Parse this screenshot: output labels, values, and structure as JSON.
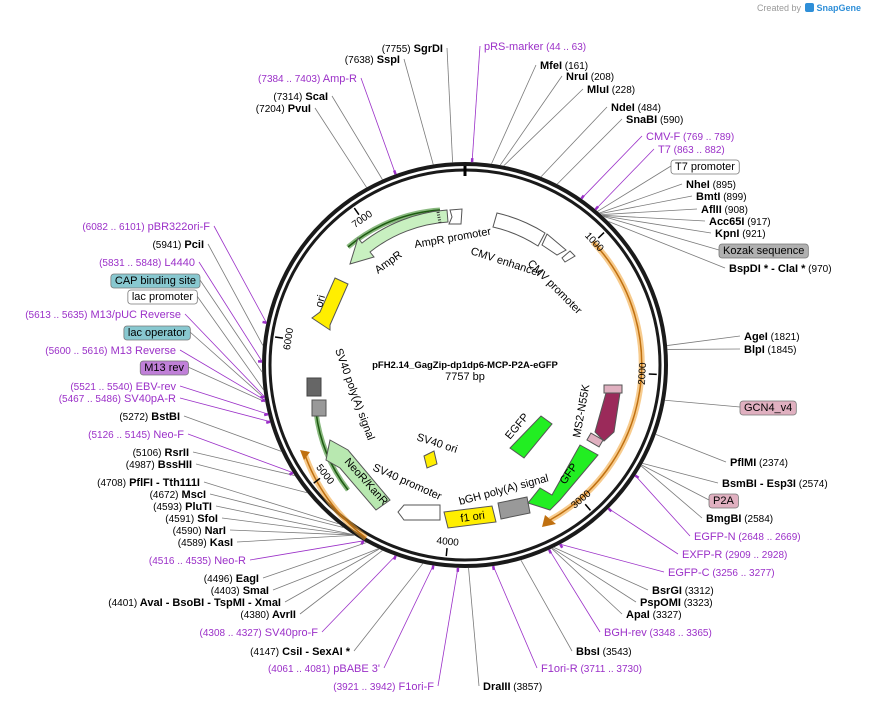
{
  "credit": {
    "prefix": "Created by",
    "brand": "SnapGene"
  },
  "plasmid": {
    "name": "pFH2.14_GagZip-dp1dp6-MCP-P2A-eGFP",
    "length": "7757 bp"
  },
  "ticks": [
    "1000",
    "2000",
    "3000",
    "4000",
    "5000",
    "6000",
    "7000"
  ],
  "labels": [
    {
      "id": "sgrdi",
      "pre": "(7755)",
      "name": "SgrDI",
      "post": "",
      "kind": "site"
    },
    {
      "id": "sspi",
      "pre": "(7638)",
      "name": "SspI",
      "post": "",
      "kind": "site"
    },
    {
      "id": "amp-r",
      "pre": "(7384 .. 7403)",
      "name": "Amp-R",
      "post": "",
      "kind": "primer"
    },
    {
      "id": "scai",
      "pre": "(7314)",
      "name": "ScaI",
      "post": "",
      "kind": "site"
    },
    {
      "id": "pvui",
      "pre": "(7204)",
      "name": "PvuI",
      "post": "",
      "kind": "site"
    },
    {
      "id": "prs-marker",
      "pre": "",
      "name": "pRS-marker",
      "post": "(44 .. 63)",
      "kind": "primer"
    },
    {
      "id": "mfei",
      "pre": "",
      "name": "MfeI",
      "post": "(161)",
      "kind": "site"
    },
    {
      "id": "nrui",
      "pre": "",
      "name": "NruI",
      "post": "(208)",
      "kind": "site"
    },
    {
      "id": "mlui",
      "pre": "",
      "name": "MluI",
      "post": "(228)",
      "kind": "site"
    },
    {
      "id": "ndei",
      "pre": "",
      "name": "NdeI",
      "post": "(484)",
      "kind": "site"
    },
    {
      "id": "snabi",
      "pre": "",
      "name": "SnaBI",
      "post": "(590)",
      "kind": "site"
    },
    {
      "id": "cmv-f",
      "pre": "",
      "name": "CMV-F",
      "post": "(769 .. 789)",
      "kind": "primer"
    },
    {
      "id": "t7",
      "pre": "",
      "name": "T7",
      "post": "(863 .. 882)",
      "kind": "primer"
    },
    {
      "id": "t7-promoter",
      "pre": "",
      "name": "T7 promoter",
      "post": "",
      "kind": "box-white"
    },
    {
      "id": "nhei",
      "pre": "",
      "name": "NheI",
      "post": "(895)",
      "kind": "site"
    },
    {
      "id": "bmti",
      "pre": "",
      "name": "BmtI",
      "post": "(899)",
      "kind": "site"
    },
    {
      "id": "aflii",
      "pre": "",
      "name": "AflII",
      "post": "(908)",
      "kind": "site"
    },
    {
      "id": "acc65i",
      "pre": "",
      "name": "Acc65I",
      "post": "(917)",
      "kind": "site"
    },
    {
      "id": "kpni",
      "pre": "",
      "name": "KpnI",
      "post": "(921)",
      "kind": "site"
    },
    {
      "id": "kozak",
      "pre": "",
      "name": "Kozak sequence",
      "post": "",
      "kind": "box-gray"
    },
    {
      "id": "bspdi",
      "pre": "",
      "name": "BspDI *  -  ClaI *",
      "post": "(970)",
      "kind": "site"
    },
    {
      "id": "agei",
      "pre": "",
      "name": "AgeI",
      "post": "(1821)",
      "kind": "site"
    },
    {
      "id": "blpi",
      "pre": "",
      "name": "BlpI",
      "post": "(1845)",
      "kind": "site"
    },
    {
      "id": "gcn4",
      "pre": "",
      "name": "GCN4_v4",
      "post": "",
      "kind": "box-pink"
    },
    {
      "id": "pflmi",
      "pre": "",
      "name": "PflMI",
      "post": "(2374)",
      "kind": "site"
    },
    {
      "id": "bsmbi",
      "pre": "",
      "name": "BsmBI  -  Esp3I",
      "post": "(2574)",
      "kind": "site"
    },
    {
      "id": "p2a",
      "pre": "",
      "name": "P2A",
      "post": "",
      "kind": "box-pink"
    },
    {
      "id": "bmgbi",
      "pre": "",
      "name": "BmgBI",
      "post": "(2584)",
      "kind": "site"
    },
    {
      "id": "egfp-n",
      "pre": "",
      "name": "EGFP-N",
      "post": "(2648 .. 2669)",
      "kind": "primer"
    },
    {
      "id": "exfp-r",
      "pre": "",
      "name": "EXFP-R",
      "post": "(2909 .. 2928)",
      "kind": "primer"
    },
    {
      "id": "egfp-c",
      "pre": "",
      "name": "EGFP-C",
      "post": "(3256 .. 3277)",
      "kind": "primer"
    },
    {
      "id": "bsrgi",
      "pre": "",
      "name": "BsrGI",
      "post": "(3312)",
      "kind": "site"
    },
    {
      "id": "pspomi",
      "pre": "",
      "name": "PspOMI",
      "post": "(3323)",
      "kind": "site"
    },
    {
      "id": "apai",
      "pre": "",
      "name": "ApaI",
      "post": "(3327)",
      "kind": "site"
    },
    {
      "id": "bgh-rev",
      "pre": "",
      "name": "BGH-rev",
      "post": "(3348 .. 3365)",
      "kind": "primer"
    },
    {
      "id": "bbsi",
      "pre": "",
      "name": "BbsI",
      "post": "(3543)",
      "kind": "site"
    },
    {
      "id": "f1ori-r",
      "pre": "",
      "name": "F1ori-R",
      "post": "(3711 .. 3730)",
      "kind": "primer"
    },
    {
      "id": "draiii",
      "pre": "",
      "name": "DraIII",
      "post": "(3857)",
      "kind": "site"
    },
    {
      "id": "f1ori-f",
      "pre": "(3921 .. 3942)",
      "name": "F1ori-F",
      "post": "",
      "kind": "primer"
    },
    {
      "id": "pbabe3",
      "pre": "(4061 .. 4081)",
      "name": "pBABE 3'",
      "post": "",
      "kind": "primer"
    },
    {
      "id": "csii",
      "pre": "(4147)",
      "name": "CsiI  -  SexAI *",
      "post": "",
      "kind": "site"
    },
    {
      "id": "sv40pro-f",
      "pre": "(4308 .. 4327)",
      "name": "SV40pro-F",
      "post": "",
      "kind": "primer"
    },
    {
      "id": "avrii",
      "pre": "(4380)",
      "name": "AvrII",
      "post": "",
      "kind": "site"
    },
    {
      "id": "avai",
      "pre": "(4401)",
      "name": "AvaI  -  BsoBI  -  TspMI  -  XmaI",
      "post": "",
      "kind": "site"
    },
    {
      "id": "smai",
      "pre": "(4403)",
      "name": "SmaI",
      "post": "",
      "kind": "site"
    },
    {
      "id": "eagi",
      "pre": "(4496)",
      "name": "EagI",
      "post": "",
      "kind": "site"
    },
    {
      "id": "neo-r",
      "pre": "(4516 .. 4535)",
      "name": "Neo-R",
      "post": "",
      "kind": "primer"
    },
    {
      "id": "kasi",
      "pre": "(4589)",
      "name": "KasI",
      "post": "",
      "kind": "site"
    },
    {
      "id": "nari",
      "pre": "(4590)",
      "name": "NarI",
      "post": "",
      "kind": "site"
    },
    {
      "id": "sfoi",
      "pre": "(4591)",
      "name": "SfoI",
      "post": "",
      "kind": "site"
    },
    {
      "id": "pluti",
      "pre": "(4593)",
      "name": "PluTI",
      "post": "",
      "kind": "site"
    },
    {
      "id": "msci",
      "pre": "(4672)",
      "name": "MscI",
      "post": "",
      "kind": "site"
    },
    {
      "id": "pflfi",
      "pre": "(4708)",
      "name": "PflFI  -  Tth111I",
      "post": "",
      "kind": "site"
    },
    {
      "id": "bsshii",
      "pre": "(4987)",
      "name": "BssHII",
      "post": "",
      "kind": "site"
    },
    {
      "id": "rsrii",
      "pre": "(5106)",
      "name": "RsrII",
      "post": "",
      "kind": "site"
    },
    {
      "id": "neo-f",
      "pre": "(5126 .. 5145)",
      "name": "Neo-F",
      "post": "",
      "kind": "primer"
    },
    {
      "id": "bstbi",
      "pre": "(5272)",
      "name": "BstBI",
      "post": "",
      "kind": "site"
    },
    {
      "id": "sv40pa-r",
      "pre": "(5467 .. 5486)",
      "name": "SV40pA-R",
      "post": "",
      "kind": "primer"
    },
    {
      "id": "ebv-rev",
      "pre": "(5521 .. 5540)",
      "name": "EBV-rev",
      "post": "",
      "kind": "primer"
    },
    {
      "id": "m13rev",
      "pre": "",
      "name": "M13 rev",
      "post": "",
      "kind": "box-purple"
    },
    {
      "id": "m13-reverse",
      "pre": "(5600 .. 5616)",
      "name": "M13 Reverse",
      "post": "",
      "kind": "primer"
    },
    {
      "id": "lac-operator",
      "pre": "",
      "name": "lac operator",
      "post": "",
      "kind": "box-teal"
    },
    {
      "id": "m13puc",
      "pre": "(5613 .. 5635)",
      "name": "M13/pUC Reverse",
      "post": "",
      "kind": "primer"
    },
    {
      "id": "lac-promoter",
      "pre": "",
      "name": "lac promoter",
      "post": "",
      "kind": "box-white"
    },
    {
      "id": "cap",
      "pre": "",
      "name": "CAP binding site",
      "post": "",
      "kind": "box-teal"
    },
    {
      "id": "l4440",
      "pre": "(5831 .. 5848)",
      "name": "L4440",
      "post": "",
      "kind": "primer"
    },
    {
      "id": "pcii",
      "pre": "(5941)",
      "name": "PciI",
      "post": "",
      "kind": "site"
    },
    {
      "id": "pbr322",
      "pre": "(6082 .. 6101)",
      "name": "pBR322ori-F",
      "post": "",
      "kind": "primer"
    }
  ],
  "features": [
    {
      "id": "ampr",
      "name": "AmpR"
    },
    {
      "id": "ampr-promoter",
      "name": "AmpR promoter"
    },
    {
      "id": "cmv-enhancer",
      "name": "CMV enhancer"
    },
    {
      "id": "cmv-promoter",
      "name": "CMV promoter"
    },
    {
      "id": "ori",
      "name": "ori"
    },
    {
      "id": "sv40-polya-left",
      "name": "SV40 poly(A) signal"
    },
    {
      "id": "neor",
      "name": "NeoR/KanR"
    },
    {
      "id": "sv40-promoter",
      "name": "SV40 promoter"
    },
    {
      "id": "sv40-ori",
      "name": "SV40 ori"
    },
    {
      "id": "f1-ori",
      "name": "f1 ori"
    },
    {
      "id": "bgh",
      "name": "bGH poly(A) signal"
    },
    {
      "id": "egfp",
      "name": "EGFP"
    },
    {
      "id": "gfp",
      "name": "GFP"
    },
    {
      "id": "ms2",
      "name": "MS2-N55K"
    }
  ],
  "colors": {
    "primer": "#9b30c8",
    "site": "#000000",
    "orange_arc": "#f0a030",
    "green_arc": "#3a8a2a",
    "gfp": "#22ee22",
    "ampr": "#c8f0c0",
    "ori": "#ffee00",
    "ms2": "#9b2a5a",
    "box_teal": "#88c8d0",
    "box_gray": "#b0b0b0",
    "box_pink": "#e0b0c0",
    "box_purple": "#c080d8"
  }
}
